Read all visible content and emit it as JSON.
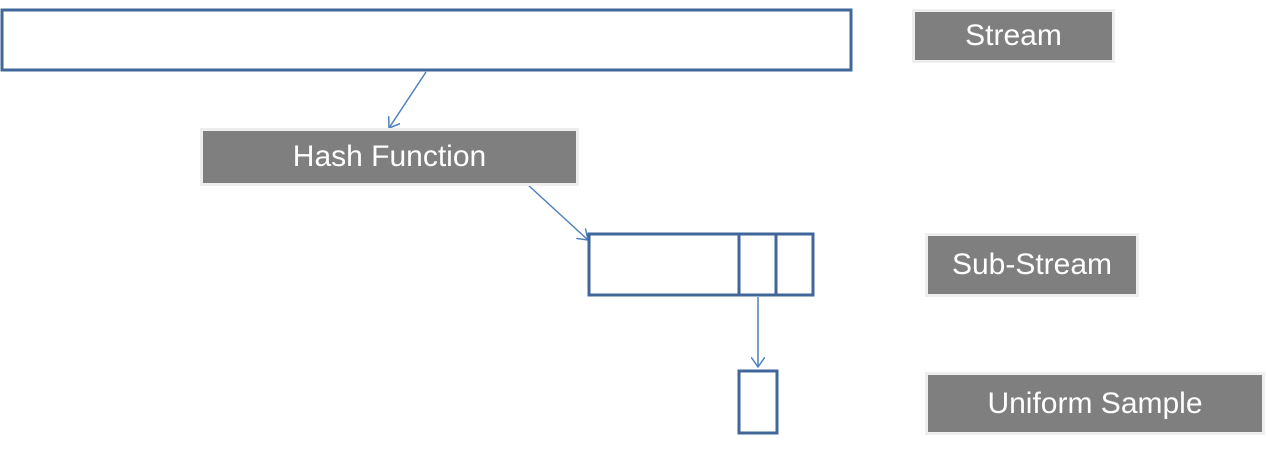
{
  "labels": {
    "stream": "Stream",
    "hash_function": "Hash Function",
    "sub_stream": "Sub-Stream",
    "uniform_sample": "Uniform Sample"
  },
  "colors": {
    "label_background": "#7f7f7f",
    "label_text": "#ffffff",
    "shape_outline": "#41679a",
    "arrow": "#4f81bd"
  }
}
